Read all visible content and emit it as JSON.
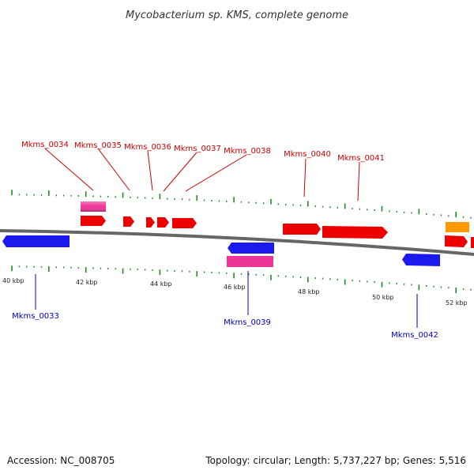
{
  "title": "Mycobacterium sp. KMS, complete genome",
  "footer": {
    "accession": "Accession: NC_008705",
    "summary": "Topology: circular; Length: 5,737,227 bp; Genes: 5,516"
  },
  "colors": {
    "forward_label": "#cc0000",
    "reverse_label": "#0000bb",
    "forward_gene": "#ee0000",
    "reverse_gene": "#1a1aee",
    "rna_feature": "#ee3399",
    "other_feature": "#ff9900",
    "tick": "#228b22",
    "backbone": "#666666"
  },
  "scale": {
    "labels": [
      "40 kbp",
      "42 kbp",
      "44 kbp",
      "46 kbp",
      "48 kbp",
      "50 kbp",
      "52 kbp"
    ]
  },
  "labels": {
    "forward": [
      "Mkms_0034",
      "Mkms_0035",
      "Mkms_0036",
      "Mkms_0037",
      "Mkms_0038",
      "Mkms_0040",
      "Mkms_0041"
    ],
    "reverse": [
      "Mkms_0033",
      "Mkms_0039",
      "Mkms_0042"
    ]
  }
}
